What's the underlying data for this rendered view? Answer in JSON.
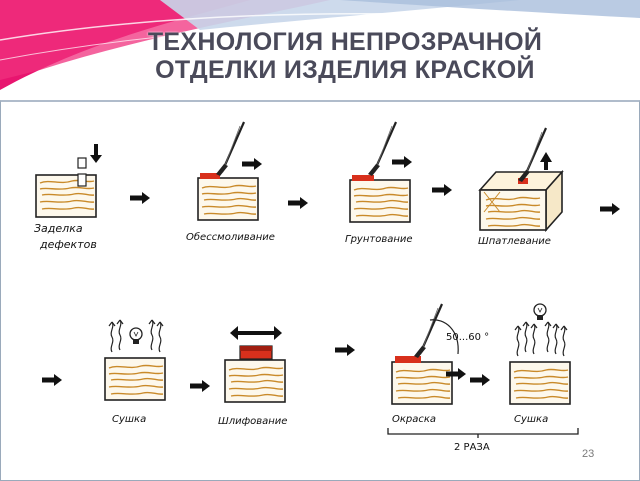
{
  "slide": {
    "title_line1": "ТЕХНОЛОГИЯ НЕПРОЗРАЧНОЙ",
    "title_line2": "ОТДЕЛКИ ИЗДЕЛИЯ КРАСКОЙ",
    "page_number": "23"
  },
  "steps": [
    {
      "line1": "Заделка",
      "line2": "дефектов"
    },
    {
      "line1": "Обессмоливание"
    },
    {
      "line1": "Грунтование"
    },
    {
      "line1": "Шпатлевание"
    },
    {
      "line1": "Сушка"
    },
    {
      "line1": "Шлифование"
    },
    {
      "line1": "Окраска"
    },
    {
      "line1": "Сушка"
    }
  ],
  "annotations": {
    "temperature": "50...60 °",
    "repeat": "2 РАЗА"
  },
  "colors": {
    "accent_red": "#d8301c",
    "wood_line": "#c98a2a",
    "banner_magenta": "#e02080"
  }
}
